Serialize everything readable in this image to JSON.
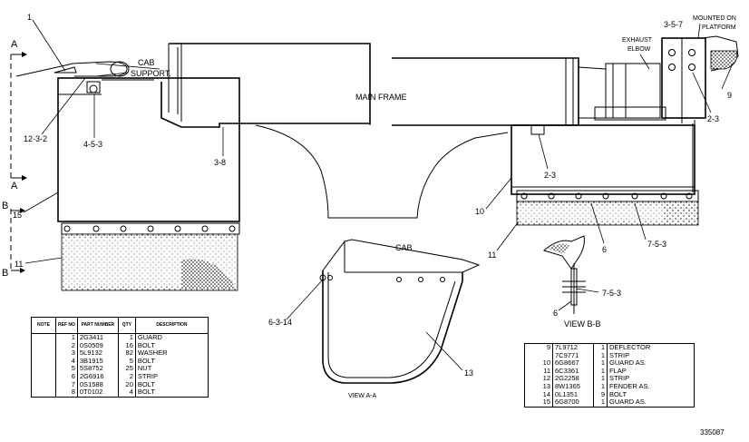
{
  "labels": {
    "l1": "1",
    "cab": "CAB",
    "cab_support": "SUPPORT.",
    "main_frame": "MAIN FRAME",
    "exhaust": "EXHAUST",
    "elbow": "ELBOW",
    "l357": "3-5-7",
    "mounted_on": "MOUNTED ON",
    "platform": "PLATFORM",
    "l9": "9",
    "l23a": "2-3",
    "l23b": "2-3",
    "l1232": "12-3-2",
    "l453": "4-5-3",
    "l38": "3-8",
    "l15": "15",
    "l11a": "11",
    "l10": "10",
    "l11b": "11",
    "l6a": "6",
    "l753a": "7-5-3",
    "l753b": "7-5-3",
    "l6b": "6",
    "view_bb": "VIEW B-B",
    "cab2": "CAB",
    "l6314": "6-3-14",
    "l13": "13",
    "view_aa": "VIEW A-A",
    "a_top": "A",
    "a_bot": "A",
    "b_top": "B",
    "b_bot": "B"
  },
  "parts_left": {
    "headers": [
      "NOTE",
      "REF NO",
      "PART NUMBER",
      "QTY",
      "DESCRIPTION"
    ],
    "rows": [
      {
        "note": "",
        "ref": "1",
        "part": "2G3411",
        "qty": "1",
        "desc": "GUARD"
      },
      {
        "note": "",
        "ref": "2",
        "part": "0S0509",
        "qty": "16",
        "desc": "BOLT"
      },
      {
        "note": "",
        "ref": "3",
        "part": "5L9132",
        "qty": "82",
        "desc": "WASHER"
      },
      {
        "note": "",
        "ref": "4",
        "part": "3B1915",
        "qty": "5",
        "desc": "BOLT"
      },
      {
        "note": "",
        "ref": "5",
        "part": "5S8752",
        "qty": "25",
        "desc": "NUT"
      },
      {
        "note": "",
        "ref": "6",
        "part": "2G6916",
        "qty": "2",
        "desc": "STRIP"
      },
      {
        "note": "",
        "ref": "7",
        "part": "0S1588",
        "qty": "20",
        "desc": "BOLT"
      },
      {
        "note": "",
        "ref": "8",
        "part": "0T0102",
        "qty": "4",
        "desc": "BOLT"
      }
    ]
  },
  "parts_right": {
    "rows": [
      {
        "ref": "9",
        "part": "7L9712",
        "qty": "1",
        "desc": "DEFLECTOR"
      },
      {
        "ref": "",
        "part": "7C9771",
        "qty": "1",
        "desc": "STRIP"
      },
      {
        "ref": "10",
        "part": "6G8667",
        "qty": "1",
        "desc": "GUARD AS."
      },
      {
        "ref": "11",
        "part": "6C3361",
        "qty": "1",
        "desc": "FLAP"
      },
      {
        "ref": "12",
        "part": "2G2258",
        "qty": "1",
        "desc": "STRIP"
      },
      {
        "ref": "13",
        "part": "8W1365",
        "qty": "1",
        "desc": "FENDER AS."
      },
      {
        "ref": "14",
        "part": "0L1351",
        "qty": "9",
        "desc": "BOLT"
      },
      {
        "ref": "15",
        "part": "6G8700",
        "qty": "1",
        "desc": "GUARD AS."
      }
    ]
  },
  "drawing_number": "335087"
}
